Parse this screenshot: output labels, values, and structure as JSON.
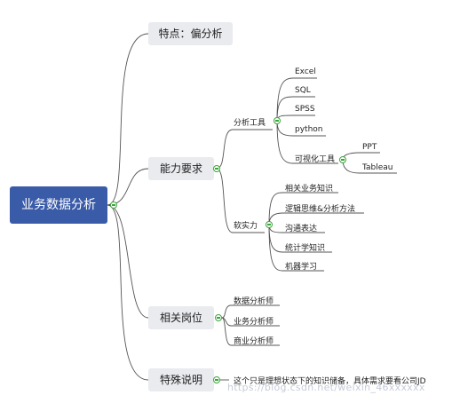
{
  "root": {
    "label": "业务数据分析"
  },
  "branches": {
    "features": {
      "label": "特点：偏分析"
    },
    "ability": {
      "label": "能力要求",
      "tools": {
        "label": "分析工具",
        "items": [
          "Excel",
          "SQL",
          "SPSS",
          "python"
        ],
        "viz": {
          "label": "可视化工具",
          "items": [
            "PPT",
            "Tableau"
          ]
        }
      },
      "soft": {
        "label": "软实力",
        "items": [
          "相关业务知识",
          "逻辑思维&分析方法",
          "沟通表达",
          "统计学知识",
          "机器学习"
        ]
      }
    },
    "positions": {
      "label": "相关岗位",
      "items": [
        "数据分析师",
        "业务分析师",
        "商业分析师"
      ]
    },
    "special": {
      "label": "特殊说明",
      "note": "这个只是理想状态下的知识储备，具体需求要看公司JD"
    }
  },
  "watermark": "https://blog.csdn.net/weixin_46xxxxxx",
  "colors": {
    "root_bg": "#3a5ba8",
    "branch_bg": "#e9ebef",
    "toggle": "#3aa63a",
    "line": "#555555"
  }
}
